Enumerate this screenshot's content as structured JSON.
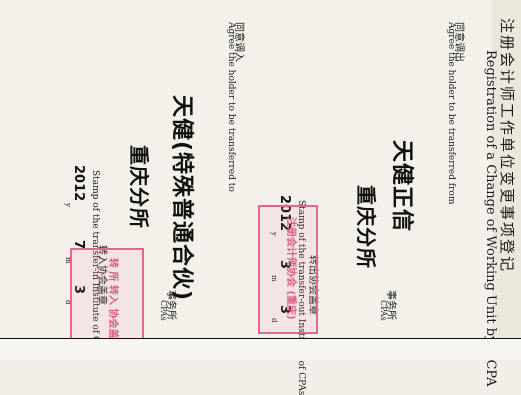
{
  "title_cn": "注册会计师工作单位变更事项登记",
  "title_en": "Registration of a Change of Working Unit by a CPA",
  "transfer_out": {
    "label_cn": "同意调出",
    "label_en": "Agree the holder to be transferred from",
    "handwriting_line1": "天健正信",
    "handwriting_line2": "重庆分所",
    "seal_caption_cn": "转出协会盖章",
    "seal_caption_en": "Stamp of the transfer-out Institute of CPAs",
    "date_year": "2012",
    "date_month": "3",
    "date_day": "3",
    "date_suffix_y": "y",
    "date_suffix_m": "m",
    "date_suffix_d": "d",
    "stamp_text": "注册会计师协会 (重庆)"
  },
  "transfer_in": {
    "label_cn": "同意调入",
    "label_en": "Agree the holder to be transferred to",
    "handwriting_line1": "天健(特殊普通合伙)",
    "handwriting_line2": "重庆分所",
    "seal_caption_cn": "转入协会盖章",
    "seal_caption_en": "Stamp of the transfer-in Institute of CPAs",
    "date_year": "2012",
    "date_month": "7",
    "date_day": "3",
    "date_suffix_y": "y",
    "date_suffix_m": "m",
    "date_suffix_d": "d",
    "stamp_text": "转 所 转入 协会盖 章"
  },
  "right_column": {
    "firm_label_cn_1": "事务所",
    "firm_label_en_1": "CPAs",
    "firm_label_cn_2": "事务所",
    "firm_label_en_2": "CPAs"
  },
  "colors": {
    "stamp_red": "#de5c86",
    "ink": "#101010",
    "paper": "#f3f1ea"
  }
}
